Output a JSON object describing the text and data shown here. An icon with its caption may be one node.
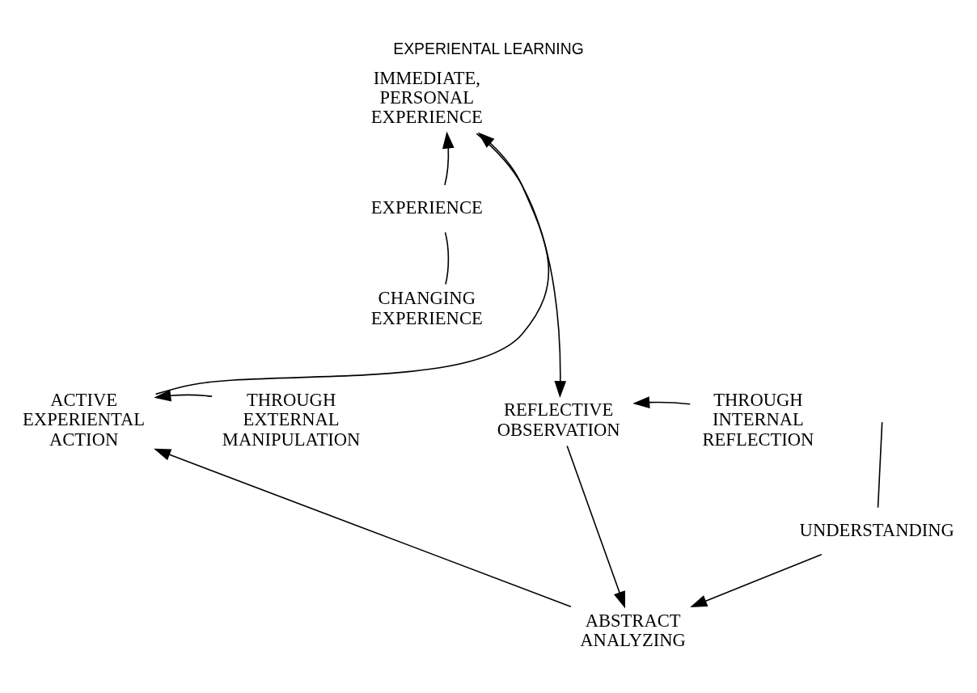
{
  "diagram": {
    "title": "EXPERIENTAL LEARNING",
    "nodes": [
      {
        "text": [
          "IMMEDIATE, PERSONAL EXPERIENCE"
        ]
      },
      {
        "text": [
          "EXPERIENCE"
        ]
      },
      {
        "text": [
          "CHANGING EXPERIENCE"
        ]
      },
      {
        "text": [
          "ACTIVE EXPERIENTAL ACTION"
        ]
      },
      {
        "text": [
          "THROUGH EXTERNAL MANIPULATION"
        ]
      },
      {
        "text": [
          "THROUGH INTERNAL REFLECTION"
        ]
      },
      {
        "text": [
          "REFLECTIVE OBSERVATION"
        ]
      },
      {
        "text": [
          "UNDERSTANDING"
        ]
      },
      {
        "text": [
          "ABSTRACT ANALYZING"
        ]
      }
    ],
    "edges": [
      {
        "from": 0,
        "to": 6,
        "arrow": "to"
      },
      {
        "from": 6,
        "to": 8,
        "arrow": "to"
      },
      {
        "from": 8,
        "to": 3,
        "arrow": "to"
      },
      {
        "from": 3,
        "to": 0,
        "arrow": "to"
      },
      {
        "from": 1,
        "to": 0,
        "arrow": "to"
      },
      {
        "from": 1,
        "to": 2,
        "arrow": "none"
      },
      {
        "from": null,
        "to": 7,
        "arrow": "none"
      },
      {
        "from": 7,
        "to": 8,
        "arrow": "to"
      },
      {
        "from": 4,
        "to": 3,
        "arrow": "to"
      },
      {
        "from": 5,
        "to": 6,
        "arrow": "to"
      }
    ]
  }
}
